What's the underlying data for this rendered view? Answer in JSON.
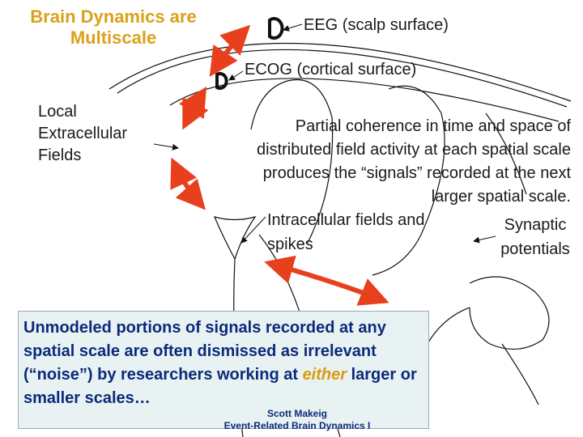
{
  "title": "Brain Dynamics are Multiscale",
  "labels": {
    "eeg": "EEG (scalp surface)",
    "ecog": "ECOG (cortical surface)",
    "local_fields": "Local Extracellular Fields",
    "partial_coherence": "Partial coherence in time and space of distributed field activity at each spatial scale produces the “signals” recorded at the next larger spatial scale.",
    "intracellular": "Intracellular fields and spikes",
    "synaptic": "Synaptic potentials"
  },
  "unmodeled": {
    "before": "Unmodeled portions of signals recorded at any spatial scale are often dismissed as irrelevant (“noise”) by researchers working at ",
    "emphasis": "either",
    "after": " larger or smaller scales…"
  },
  "credit": {
    "author": "Scott Makeig",
    "course": "Event-Related Brain Dynamics I"
  },
  "colors": {
    "title": "#d9a21b",
    "arrow": "#e8401c",
    "box_text": "#0c2a7a",
    "box_bg": "#e8f2f2"
  }
}
